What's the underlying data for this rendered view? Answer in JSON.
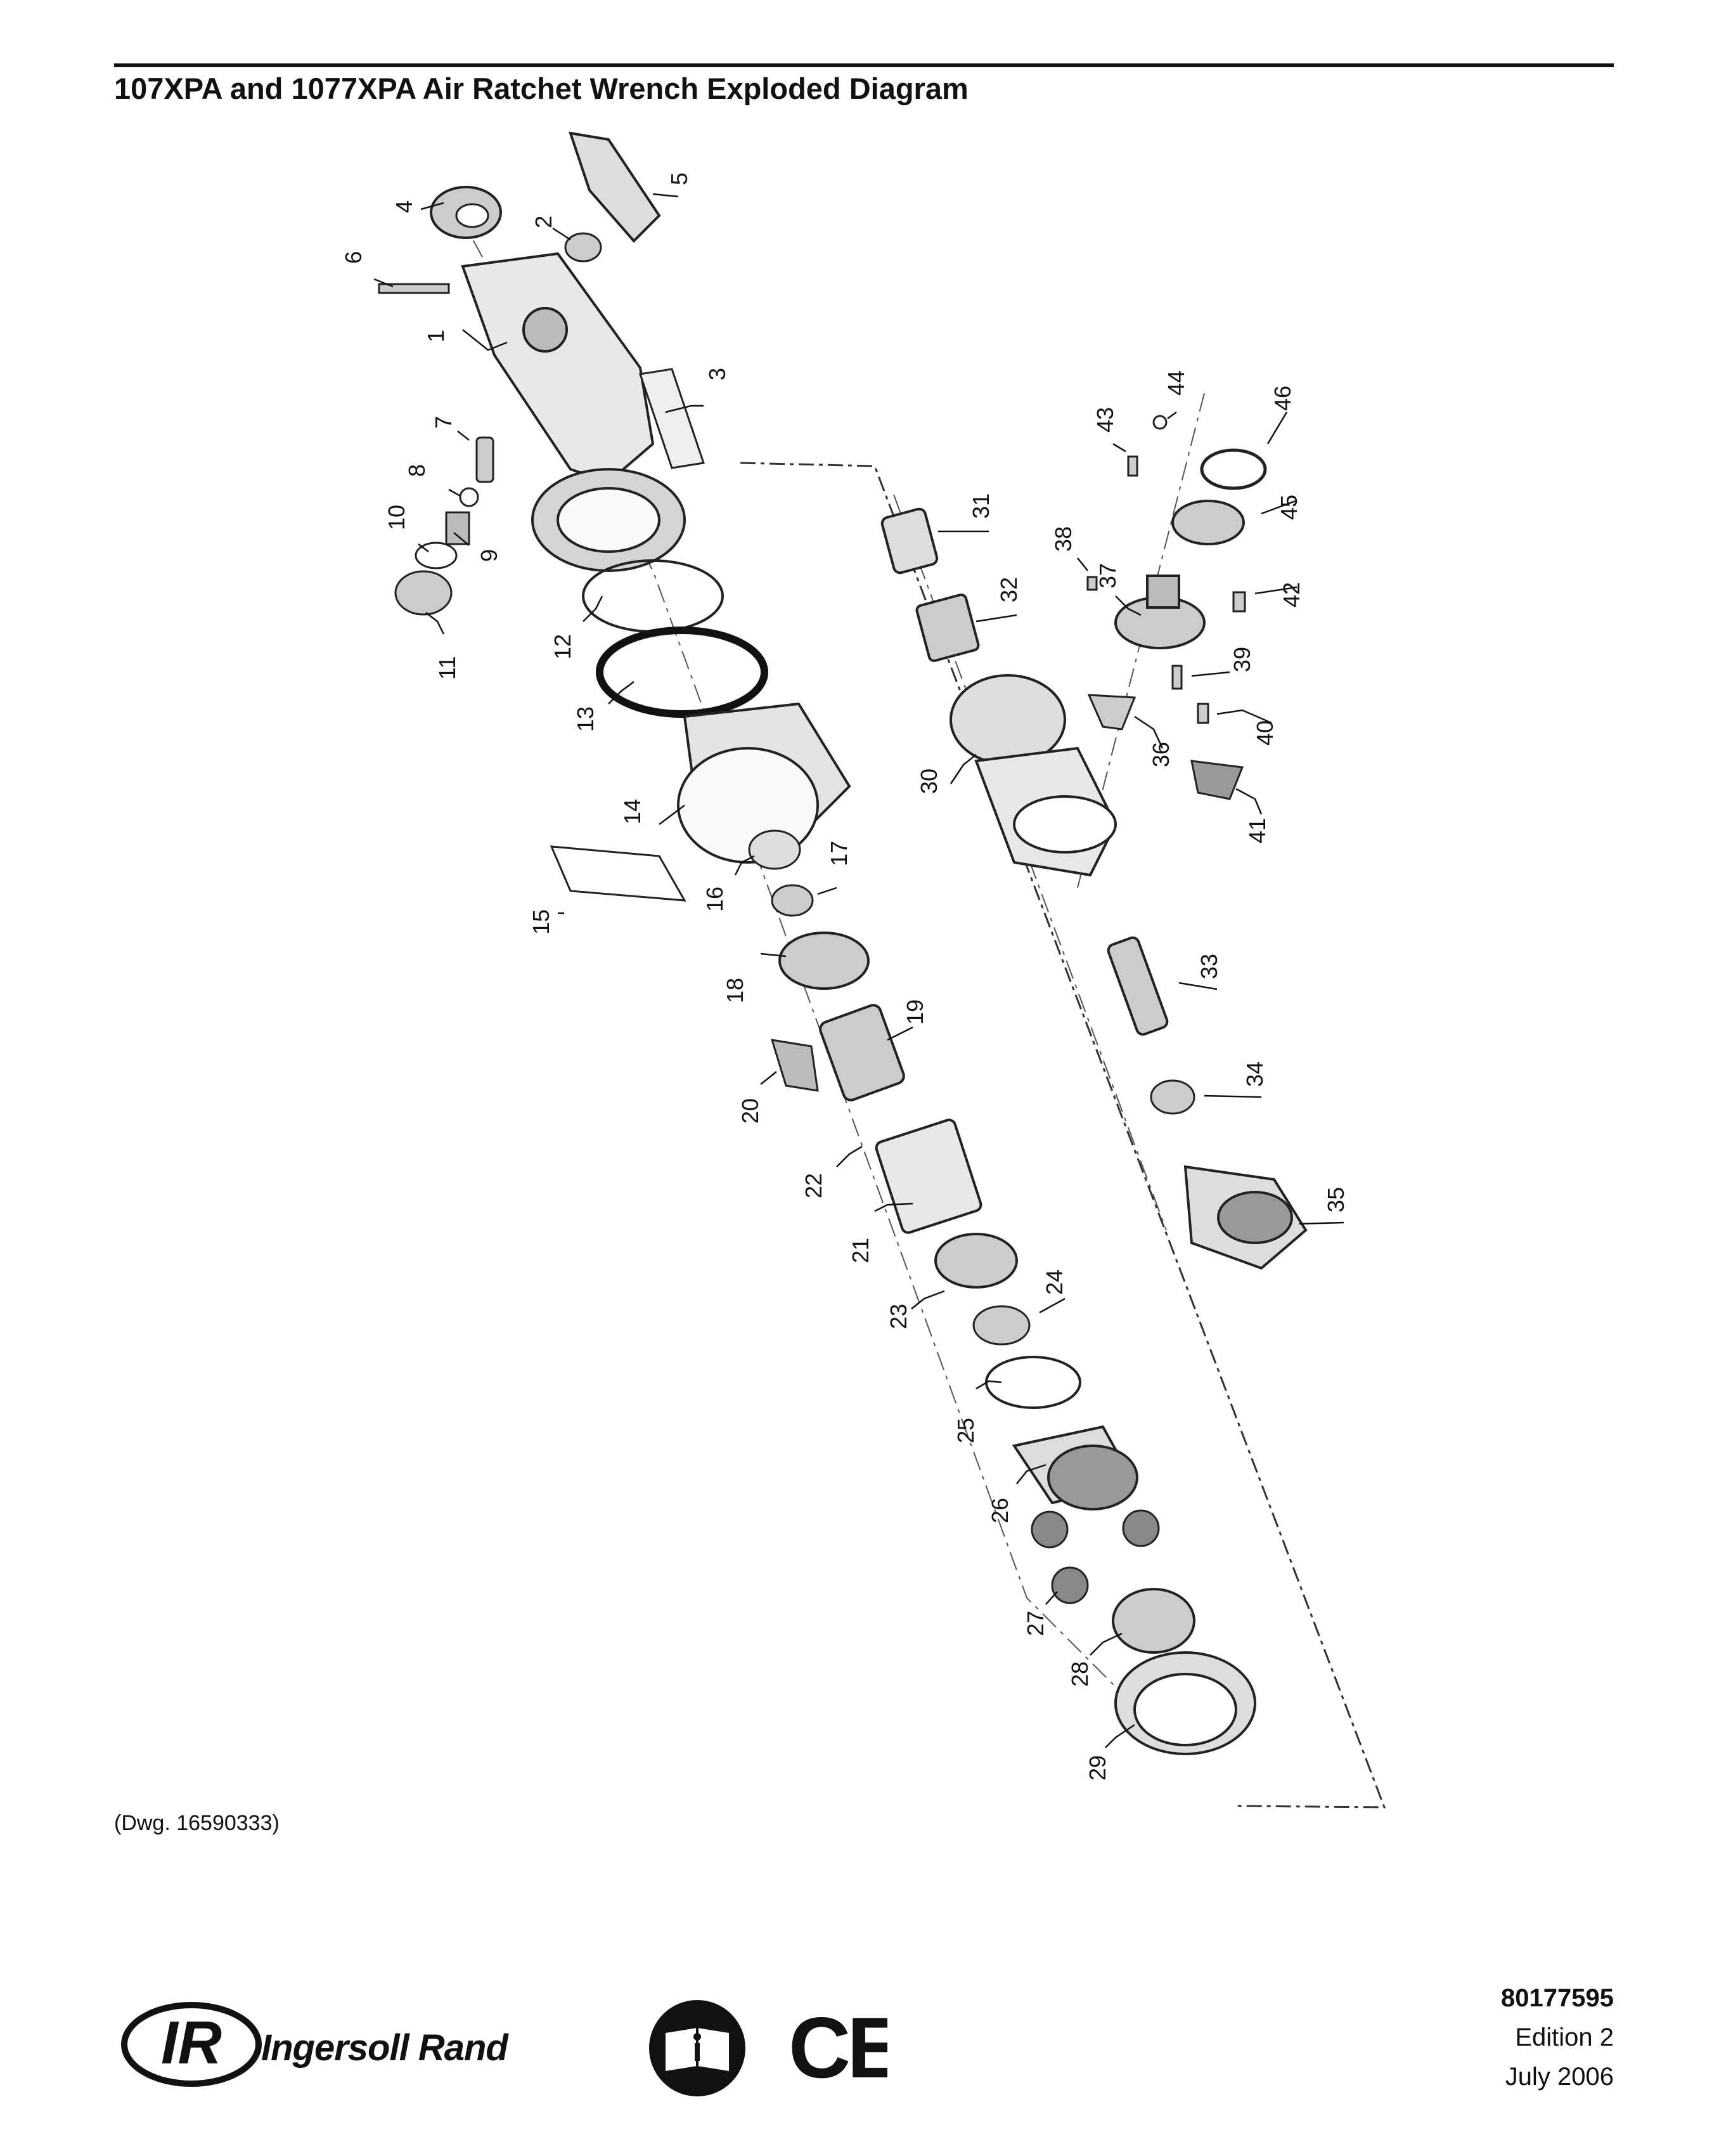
{
  "header": {
    "title": "107XPA and 1077XPA Air Ratchet Wrench Exploded Diagram"
  },
  "diagram": {
    "callouts": [
      "1",
      "2",
      "3",
      "4",
      "5",
      "6",
      "7",
      "8",
      "9",
      "10",
      "11",
      "12",
      "13",
      "14",
      "15",
      "16",
      "17",
      "18",
      "19",
      "20",
      "21",
      "22",
      "23",
      "24",
      "25",
      "26",
      "27",
      "28",
      "29",
      "30",
      "31",
      "32",
      "33",
      "34",
      "35",
      "36",
      "37",
      "38",
      "39",
      "40",
      "41",
      "42",
      "43",
      "44",
      "45",
      "46"
    ]
  },
  "footer": {
    "drawing_ref": "(Dwg. 16590333)",
    "brand_initials": "IR",
    "brand_name": "Ingersoll Rand",
    "doc_number": "80177595",
    "edition": "Edition 2",
    "date": "July 2006",
    "ce_mark": "CE"
  },
  "icons": {
    "manual": "read-manual-icon",
    "ce": "ce-mark-icon",
    "brand": "ingersoll-rand-logo-icon"
  }
}
